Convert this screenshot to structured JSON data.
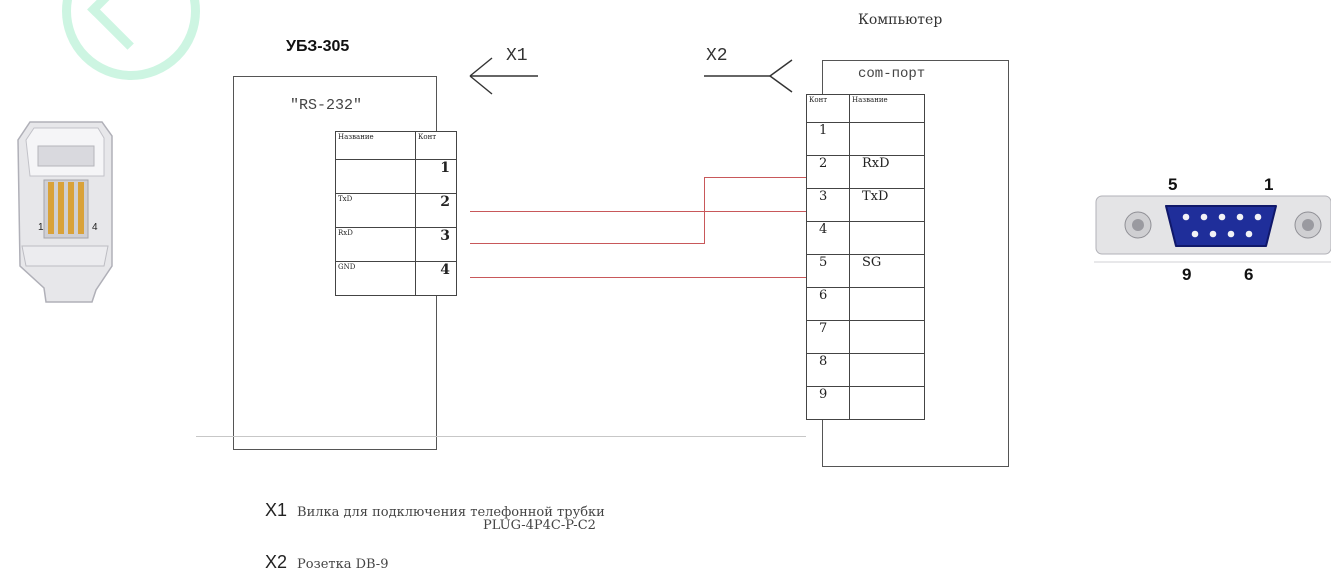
{
  "ubz": {
    "title": "УБЗ-305",
    "port_label": "\"RS-232\"",
    "header": [
      "Название",
      "Конт"
    ],
    "rows": [
      {
        "name": "",
        "pin": "1"
      },
      {
        "name": "TxD",
        "pin": "2"
      },
      {
        "name": "RxD",
        "pin": "3"
      },
      {
        "name": "GND",
        "pin": "4"
      }
    ]
  },
  "computer": {
    "title": "Компьютер",
    "port_label": "com-порт",
    "header": [
      "Конт",
      "Название"
    ],
    "rows": [
      {
        "pin": "1",
        "name": ""
      },
      {
        "pin": "2",
        "name": "RxD"
      },
      {
        "pin": "3",
        "name": "TxD"
      },
      {
        "pin": "4",
        "name": ""
      },
      {
        "pin": "5",
        "name": "SG"
      },
      {
        "pin": "6",
        "name": ""
      },
      {
        "pin": "7",
        "name": ""
      },
      {
        "pin": "8",
        "name": ""
      },
      {
        "pin": "9",
        "name": ""
      }
    ]
  },
  "connectors": {
    "x1": "X1",
    "x2": "X2"
  },
  "rj11": {
    "pin_left": "1",
    "pin_right": "4"
  },
  "db9": {
    "top_left": "5",
    "top_right": "1",
    "bottom_left": "9",
    "bottom_right": "6"
  },
  "legend": [
    {
      "label": "X1",
      "line1": "Вилка для подключения телефонной трубки",
      "line2": "PLUG-4P4C-P-C2"
    },
    {
      "label": "X2",
      "line1": "Розетка DB-9",
      "line2": ""
    }
  ],
  "colors": {
    "wire": "#c8585a",
    "db9_shell": "#1f2e9a",
    "rj11_pins": "#d9a23a"
  }
}
